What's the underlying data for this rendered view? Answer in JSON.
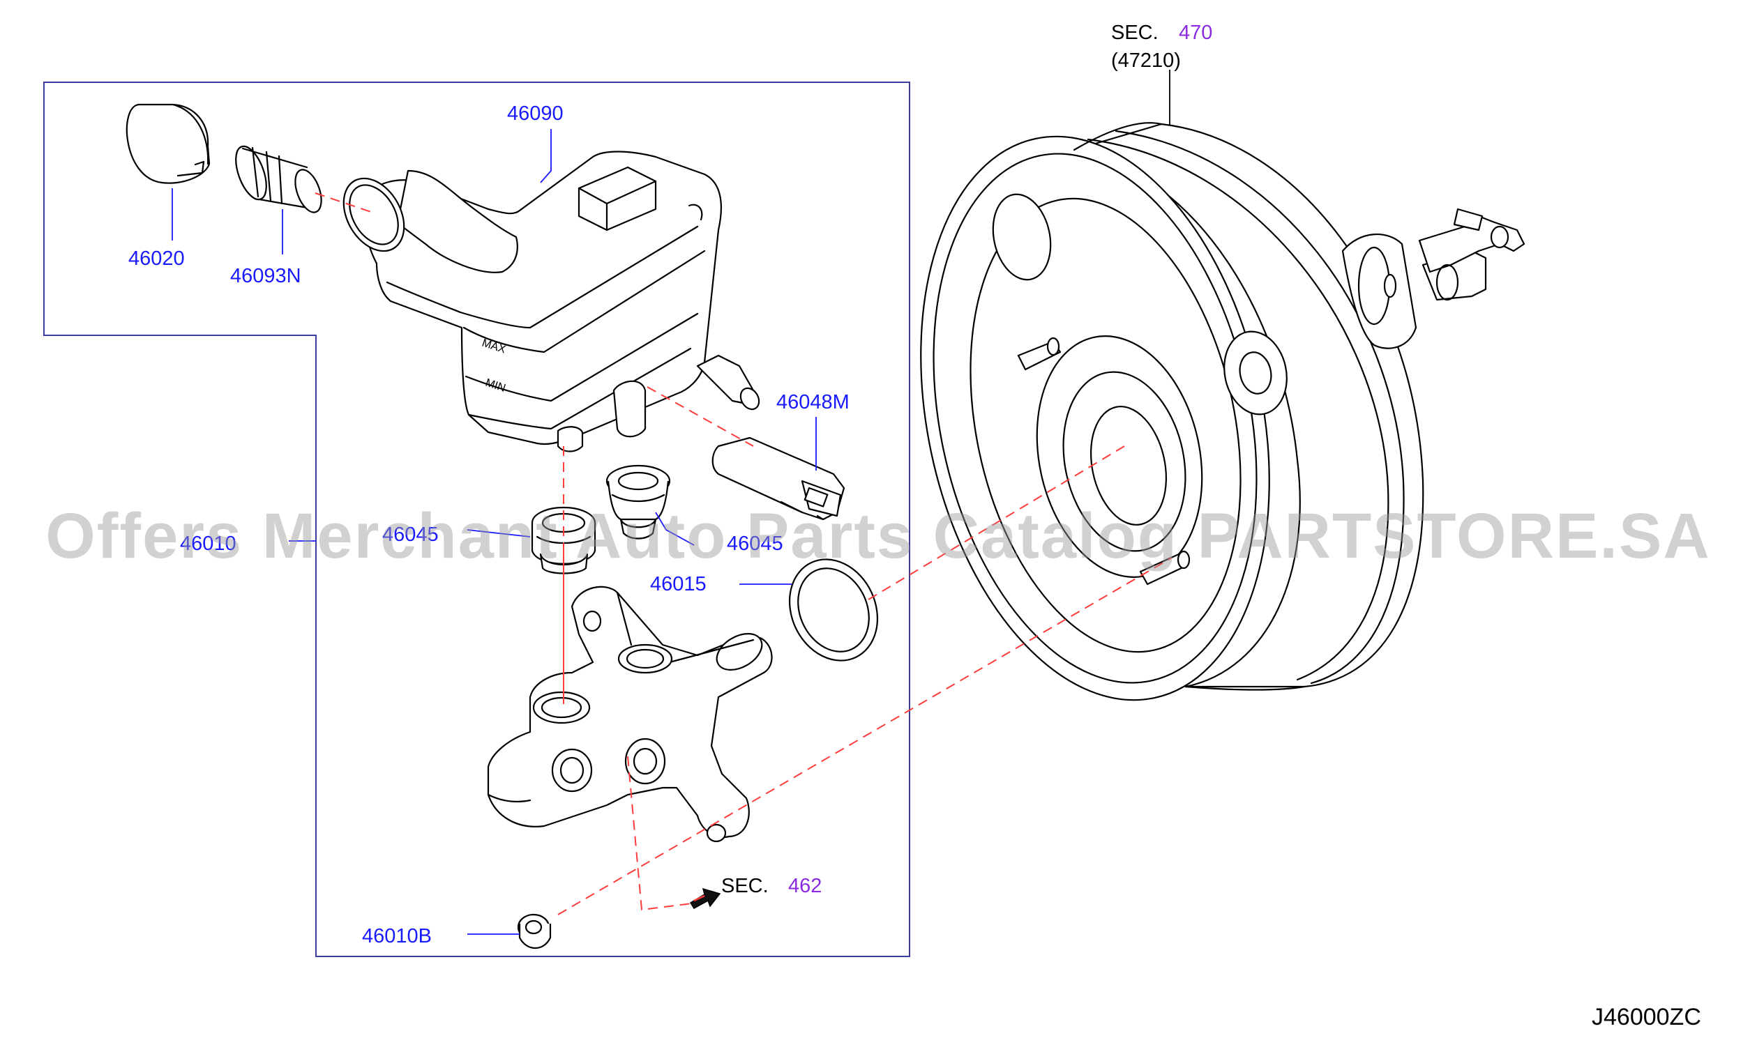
{
  "parts": {
    "p46090": "46090",
    "p46020": "46020",
    "p46093n": "46093N",
    "p46048m": "46048M",
    "p46010": "46010",
    "p46045a": "46045",
    "p46045b": "46045",
    "p46015": "46015",
    "p46010b": "46010B"
  },
  "sections": {
    "top": {
      "label": "SEC.",
      "number": "470",
      "sub": "(47210)"
    },
    "bottom": {
      "label": "SEC.",
      "number": "462"
    }
  },
  "diagram_code": "J46000ZC",
  "watermark": "Offers Merchant Auto Parts Catalog PARTSTORE.SA",
  "colors": {
    "part_label": "#1a1aff",
    "section_number": "#8a2be2",
    "guide_line": "#ff3b3b",
    "frame": "#3a3aa0"
  }
}
